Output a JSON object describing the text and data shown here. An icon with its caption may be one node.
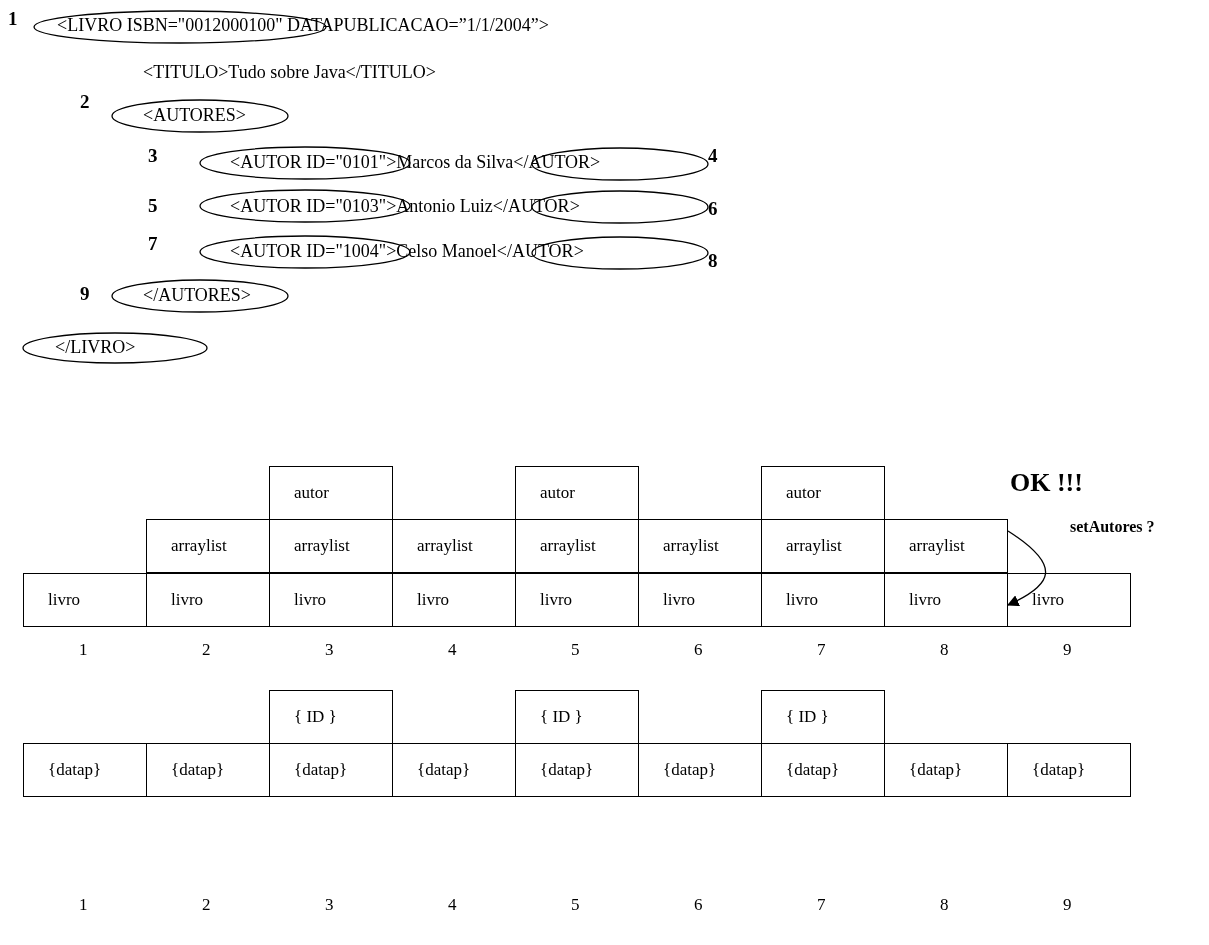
{
  "diagram": {
    "nodes": [
      {
        "text": [
          "autor"
        ]
      },
      {
        "text": [
          "autor"
        ]
      },
      {
        "text": [
          "autor"
        ]
      },
      {
        "text": [
          "arraylist"
        ]
      },
      {
        "text": [
          "arraylist"
        ]
      },
      {
        "text": [
          "arraylist"
        ]
      },
      {
        "text": [
          "arraylist"
        ]
      },
      {
        "text": [
          "arraylist"
        ]
      },
      {
        "text": [
          "arraylist"
        ]
      },
      {
        "text": [
          "arraylist"
        ]
      },
      {
        "text": [
          "livro"
        ]
      },
      {
        "text": [
          "livro"
        ]
      },
      {
        "text": [
          "livro"
        ]
      },
      {
        "text": [
          "livro"
        ]
      },
      {
        "text": [
          "livro"
        ]
      },
      {
        "text": [
          "livro"
        ]
      },
      {
        "text": [
          "livro"
        ]
      },
      {
        "text": [
          "livro"
        ]
      },
      {
        "text": [
          "livro"
        ]
      },
      {
        "text": [
          "{ ID }"
        ]
      },
      {
        "text": [
          "{ ID }"
        ]
      },
      {
        "text": [
          "{ ID }"
        ]
      },
      {
        "text": [
          "{datap}"
        ]
      },
      {
        "text": [
          "{datap}"
        ]
      },
      {
        "text": [
          "{datap}"
        ]
      },
      {
        "text": [
          "{datap}"
        ]
      },
      {
        "text": [
          "{datap}"
        ]
      },
      {
        "text": [
          "{datap}"
        ]
      },
      {
        "text": [
          "{datap}"
        ]
      },
      {
        "text": [
          "{datap}"
        ]
      },
      {
        "text": [
          "{datap}"
        ]
      }
    ],
    "edges": [
      {
        "from": 9,
        "to": 18,
        "arrow": "to"
      }
    ],
    "labels": [
      "1",
      "<LIVRO ISBN=\"0012000100\" DATAPUBLICACAO=”1/1/2004”>",
      "<TITULO>Tudo sobre Java</TITULO>",
      "2",
      "<AUTORES>",
      "3",
      "<AUTOR ID=\"0101\">Marcos da Silva</AUTOR>",
      "4",
      "5",
      "<AUTOR ID=\"0103\">Antonio Luiz</AUTOR>",
      "6",
      "7",
      "<AUTOR ID=\"1004\">Celso Manoel</AUTOR>",
      "8",
      "9",
      "</AUTORES>",
      "</LIVRO>",
      "OK !!!",
      "setAutores ?",
      "1",
      "2",
      "3",
      "4",
      "5",
      "6",
      "7",
      "8",
      "9",
      "1",
      "2",
      "3",
      "4",
      "5",
      "6",
      "7",
      "8",
      "9"
    ]
  }
}
